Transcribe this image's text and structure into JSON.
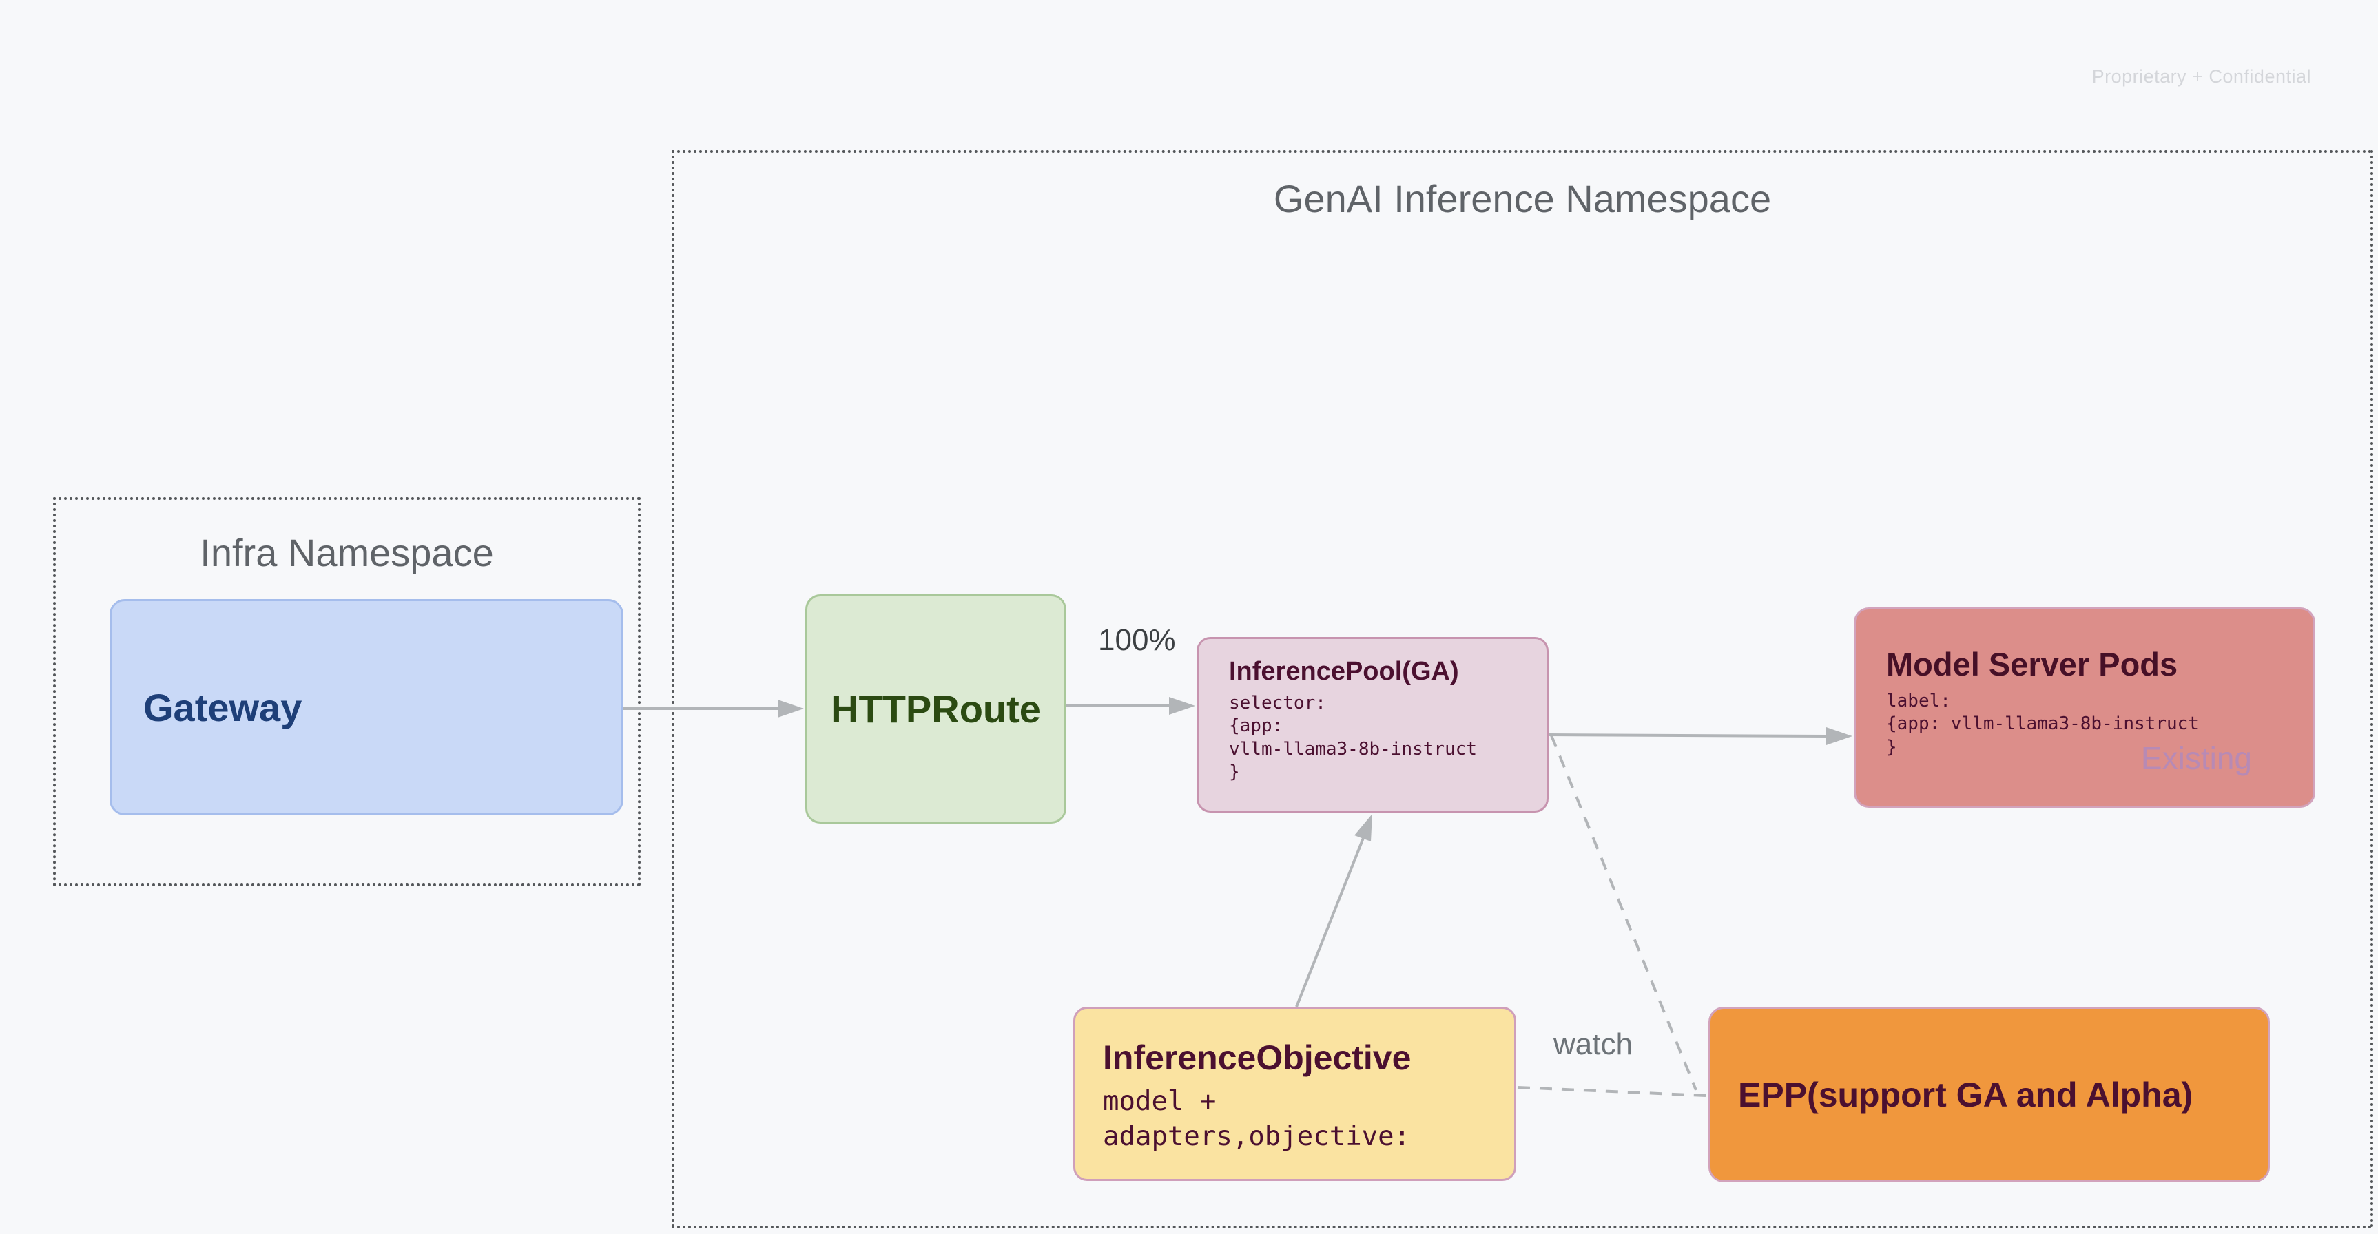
{
  "watermark": "Proprietary + Confidential",
  "namespaces": {
    "infra": {
      "title": "Infra Namespace"
    },
    "genai": {
      "title": "GenAI Inference Namespace"
    }
  },
  "nodes": {
    "gateway": {
      "label": "Gateway"
    },
    "httproute": {
      "label": "HTTPRoute"
    },
    "inference_pool": {
      "title": "InferencePool(GA)",
      "code": [
        "selector:",
        "{app:",
        "vllm-llama3-8b-instruct",
        "}"
      ]
    },
    "model_server_pods": {
      "title": "Model Server Pods",
      "code": [
        "label:",
        "{app: vllm-llama3-8b-instruct",
        "}"
      ],
      "status": "Existing"
    },
    "inference_objective": {
      "title": "InferenceObjective",
      "code": [
        "model +",
        "adapters,objective:"
      ]
    },
    "epp": {
      "label": "EPP(support GA and Alpha)"
    }
  },
  "edges": {
    "httproute_to_pool_label": "100%",
    "objective_to_epp_label": "watch"
  },
  "colors": {
    "background": "#f7f8fa",
    "gateway_fill": "#c9d9f7",
    "gateway_text": "#1e3f78",
    "httproute_fill": "#dcead3",
    "httproute_text": "#2b4a12",
    "inference_pool_fill": "#e7d4df",
    "model_server_pods_fill": "#dc8e8a",
    "inference_objective_fill": "#fae3a1",
    "epp_fill": "#f0973d",
    "node_dark_text": "#4b1030",
    "status_text": "#b78ab5",
    "connector_gray": "#b2b5b8",
    "namespace_title_gray": "#5f6368"
  }
}
